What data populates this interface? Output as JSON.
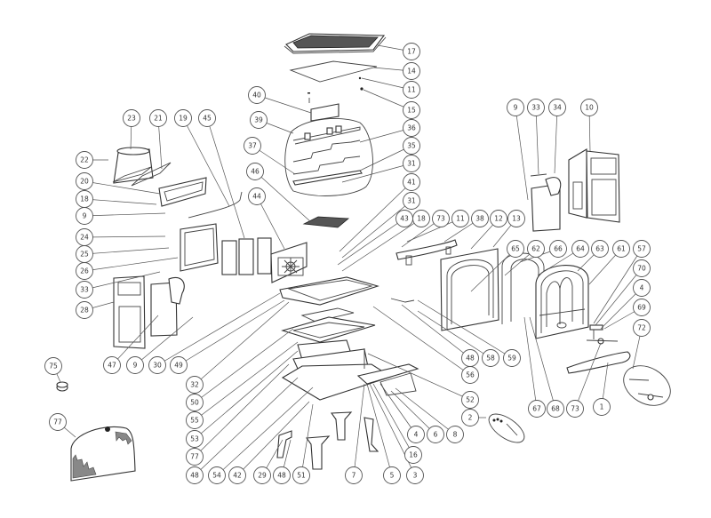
{
  "diagram": {
    "type": "exploded-parts-diagram",
    "callouts": [
      {
        "id": "c17",
        "label": "17"
      },
      {
        "id": "c14",
        "label": "14"
      },
      {
        "id": "c11a",
        "label": "11"
      },
      {
        "id": "c15a",
        "label": "15"
      },
      {
        "id": "c40",
        "label": "40"
      },
      {
        "id": "c39",
        "label": "39"
      },
      {
        "id": "c36",
        "label": "36"
      },
      {
        "id": "c37",
        "label": "37"
      },
      {
        "id": "c35",
        "label": "35"
      },
      {
        "id": "c31a",
        "label": "31"
      },
      {
        "id": "c46",
        "label": "46"
      },
      {
        "id": "c44",
        "label": "44"
      },
      {
        "id": "c41",
        "label": "41"
      },
      {
        "id": "c31b",
        "label": "31"
      },
      {
        "id": "c43",
        "label": "43"
      },
      {
        "id": "c18a",
        "label": "18"
      },
      {
        "id": "c73a",
        "label": "73"
      },
      {
        "id": "c11b",
        "label": "11"
      },
      {
        "id": "c38",
        "label": "38"
      },
      {
        "id": "c12",
        "label": "12"
      },
      {
        "id": "c13",
        "label": "13"
      },
      {
        "id": "c23",
        "label": "23"
      },
      {
        "id": "c21",
        "label": "21"
      },
      {
        "id": "c19",
        "label": "19"
      },
      {
        "id": "c45",
        "label": "45"
      },
      {
        "id": "c22",
        "label": "22"
      },
      {
        "id": "c20",
        "label": "20"
      },
      {
        "id": "c18b",
        "label": "18"
      },
      {
        "id": "c9a",
        "label": "9"
      },
      {
        "id": "c24",
        "label": "24"
      },
      {
        "id": "c25",
        "label": "25"
      },
      {
        "id": "c26",
        "label": "26"
      },
      {
        "id": "c33a",
        "label": "33"
      },
      {
        "id": "c28",
        "label": "28"
      },
      {
        "id": "c47",
        "label": "47"
      },
      {
        "id": "c9b",
        "label": "9"
      },
      {
        "id": "c30",
        "label": "30"
      },
      {
        "id": "c49",
        "label": "49"
      },
      {
        "id": "c9c",
        "label": "9"
      },
      {
        "id": "c33b",
        "label": "33"
      },
      {
        "id": "c34",
        "label": "34"
      },
      {
        "id": "c10",
        "label": "10"
      },
      {
        "id": "c65",
        "label": "65"
      },
      {
        "id": "c62",
        "label": "62"
      },
      {
        "id": "c66",
        "label": "66"
      },
      {
        "id": "c64",
        "label": "64"
      },
      {
        "id": "c63",
        "label": "63"
      },
      {
        "id": "c61",
        "label": "61"
      },
      {
        "id": "c57",
        "label": "57"
      },
      {
        "id": "c70",
        "label": "70"
      },
      {
        "id": "c4a",
        "label": "4"
      },
      {
        "id": "c69",
        "label": "69"
      },
      {
        "id": "c72",
        "label": "72"
      },
      {
        "id": "c48a",
        "label": "48"
      },
      {
        "id": "c58",
        "label": "58"
      },
      {
        "id": "c59",
        "label": "59"
      },
      {
        "id": "c56",
        "label": "56"
      },
      {
        "id": "c52",
        "label": "52"
      },
      {
        "id": "c2",
        "label": "2"
      },
      {
        "id": "c67",
        "label": "67"
      },
      {
        "id": "c68",
        "label": "68"
      },
      {
        "id": "c73b",
        "label": "73"
      },
      {
        "id": "c1",
        "label": "1"
      },
      {
        "id": "c32",
        "label": "32"
      },
      {
        "id": "c50",
        "label": "50"
      },
      {
        "id": "c55",
        "label": "55"
      },
      {
        "id": "c53",
        "label": "53"
      },
      {
        "id": "c77a",
        "label": "77"
      },
      {
        "id": "c48b",
        "label": "48"
      },
      {
        "id": "c54",
        "label": "54"
      },
      {
        "id": "c42",
        "label": "42"
      },
      {
        "id": "c29",
        "label": "29"
      },
      {
        "id": "c48c",
        "label": "48"
      },
      {
        "id": "c51",
        "label": "51"
      },
      {
        "id": "c7",
        "label": "7"
      },
      {
        "id": "c5",
        "label": "5"
      },
      {
        "id": "c3",
        "label": "3"
      },
      {
        "id": "c16",
        "label": "16"
      },
      {
        "id": "c4b",
        "label": "4"
      },
      {
        "id": "c6",
        "label": "6"
      },
      {
        "id": "c8",
        "label": "8"
      },
      {
        "id": "c75",
        "label": "75"
      },
      {
        "id": "c77b",
        "label": "77"
      }
    ]
  }
}
